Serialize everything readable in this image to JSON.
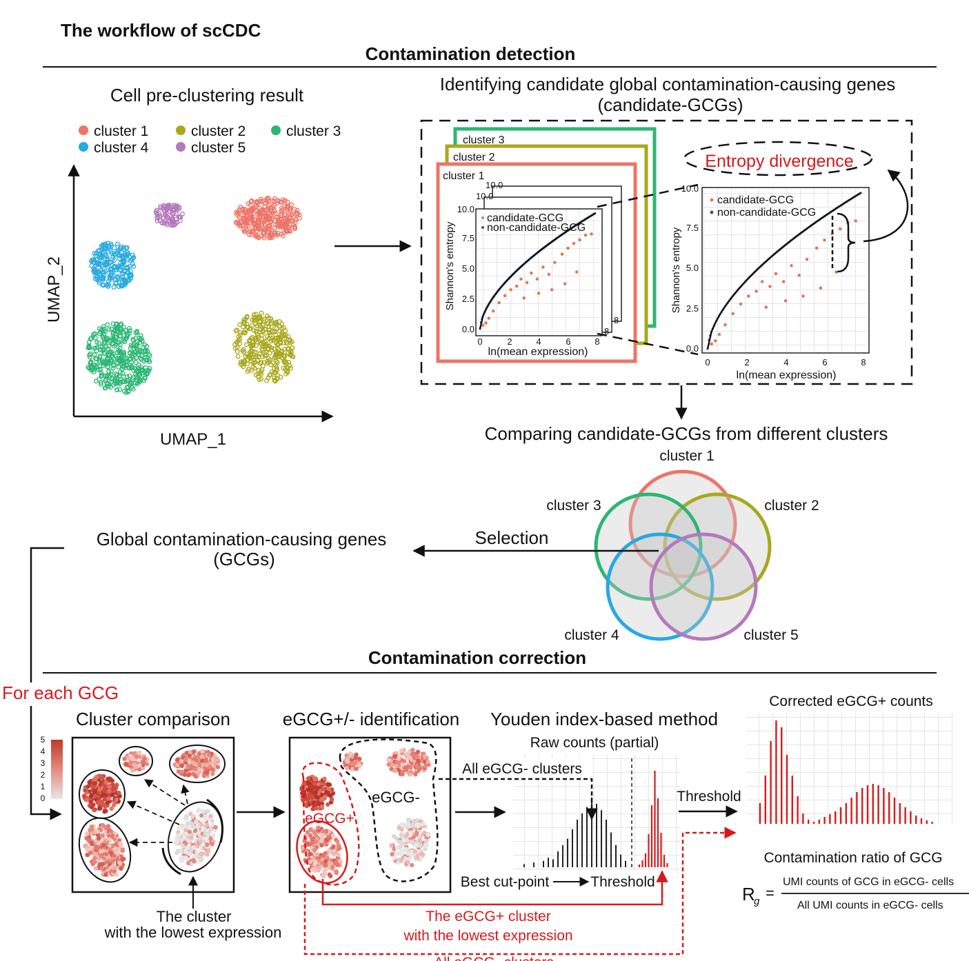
{
  "figure": {
    "title": "The workflow of scCDC",
    "sections": {
      "detection": "Contamination detection",
      "correction": "Contamination correction"
    }
  },
  "umap": {
    "title": "Cell pre-clustering result",
    "xlabel": "UMAP_1",
    "ylabel": "UMAP_2",
    "legend": [
      {
        "label": "cluster 1",
        "color": "#ee7467"
      },
      {
        "label": "cluster 2",
        "color": "#a9a81e"
      },
      {
        "label": "cluster 3",
        "color": "#2bb673"
      },
      {
        "label": "cluster 4",
        "color": "#27a9e1"
      },
      {
        "label": "cluster 5",
        "color": "#b479bd"
      }
    ]
  },
  "candidate": {
    "title_line1": "Identifying candidate global contamination-causing genes",
    "title_line2": "(candidate-GCGs)",
    "frames": [
      "cluster 3",
      "cluster 2",
      "cluster 1"
    ],
    "frame_colors": [
      "#2bb673",
      "#a9a81e",
      "#ee7467"
    ],
    "small_plot": {
      "ylabel": "Shannon's emtropy",
      "xlabel": "ln(mean expression)",
      "yticks": [
        "0.0",
        "2.5",
        "5.0",
        "7.5",
        "10.0"
      ],
      "xticks": [
        "0",
        "2",
        "4",
        "6",
        "8"
      ],
      "stack_yticks": [
        "10.0",
        "10.0"
      ],
      "stack_xticks": [
        "8",
        "8"
      ],
      "legend": [
        "candidate-GCG",
        "non-candidate-GCG"
      ]
    },
    "large_plot": {
      "ylabel": "Shannon's entropy",
      "xlabel": "ln(mean expression)",
      "yticks": [
        "0.0",
        "2.5",
        "5.0",
        "7.5",
        "10.0"
      ],
      "xticks": [
        "0",
        "2",
        "4",
        "6",
        "8"
      ],
      "legend": [
        "candidate-GCG",
        "non-candidate-GCG"
      ]
    },
    "entropy_label": "Entropy divergence"
  },
  "compare": {
    "title": "Comparing candidate-GCGs from different clusters",
    "venn_labels": [
      "cluster 1",
      "cluster 2",
      "cluster 3",
      "cluster 4",
      "cluster 5"
    ],
    "selection": "Selection",
    "gcg_line1": "Global contamination-causing genes",
    "gcg_line2": "(GCGs)"
  },
  "correction": {
    "for_each": "For each GCG",
    "cluster_comparison": "Cluster comparison",
    "scale": [
      "5",
      "4",
      "3",
      "2",
      "1",
      "0"
    ],
    "lowest_line1": "The cluster",
    "lowest_line2": "with the lowest expression",
    "egcg_title": "eGCG+/- identification",
    "egcg_minus": "eGCG-",
    "egcg_plus": "eGCG+",
    "youden_title": "Youden index-based method",
    "raw_counts": "Raw counts (partial)",
    "all_egcg_minus": "All eGCG- clusters",
    "best_cut": "Best cut-point",
    "threshold": "Threshold",
    "threshold_arrow": "Threshold",
    "plus_cluster_line1": "The eGCG+ cluster",
    "plus_cluster_line2": "with the lowest expression",
    "all_egcg_minus_bottom": "All eGCG- clusters",
    "corrected_title": "Corrected eGCG+ counts",
    "ratio_title": "Contamination ratio of GCG",
    "ratio_symbol": "R",
    "ratio_sub": "g",
    "ratio_eq": "=",
    "ratio_num": "UMI counts of GCG in eGCG- cells",
    "ratio_den": "All UMI counts in eGCG- cells"
  }
}
